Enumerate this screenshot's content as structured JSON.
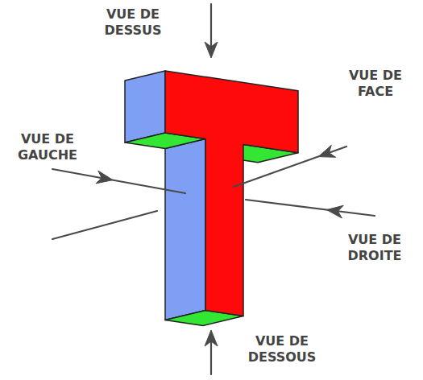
{
  "diagram": {
    "labels": [
      "VUE DE DESSUS",
      "VUE DE GAUCHE",
      "VUE DE FACE",
      "VUE DE DROITE",
      "VUE DE DESSOUS"
    ]
  }
}
